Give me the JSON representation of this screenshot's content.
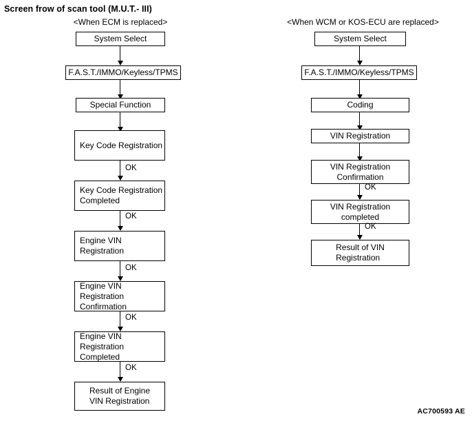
{
  "title": "Screen frow of scan tool (M.U.T.- III)",
  "figure_id": "AC700593 AE",
  "columns": [
    {
      "heading": "<When ECM is replaced>",
      "nodes": [
        {
          "label": "System Select"
        },
        {
          "label": "F.A.S.T./IMMO/Keyless/TPMS"
        },
        {
          "label": "Special Function"
        },
        {
          "label": "Key Code Registration"
        },
        {
          "label": "Key Code Registration\nCompleted"
        },
        {
          "label": "Engine VIN Registration"
        },
        {
          "label": "Engine VIN Registration\nConfirmation"
        },
        {
          "label": "Engine VIN Registration\nCompleted"
        },
        {
          "label": "Result of Engine\nVIN Registration"
        }
      ],
      "edges": [
        {
          "label": ""
        },
        {
          "label": ""
        },
        {
          "label": ""
        },
        {
          "label": "OK"
        },
        {
          "label": "OK"
        },
        {
          "label": "OK"
        },
        {
          "label": "OK"
        },
        {
          "label": "OK"
        }
      ]
    },
    {
      "heading": "<When WCM or KOS-ECU are replaced>",
      "nodes": [
        {
          "label": "System Select"
        },
        {
          "label": "F.A.S.T./IMMO/Keyless/TPMS"
        },
        {
          "label": "Coding"
        },
        {
          "label": "VIN Registration"
        },
        {
          "label": "VIN Registration\nConfirmation"
        },
        {
          "label": "VIN Registration\ncompleted"
        },
        {
          "label": "Result of VIN\nRegistration"
        }
      ],
      "edges": [
        {
          "label": ""
        },
        {
          "label": ""
        },
        {
          "label": ""
        },
        {
          "label": ""
        },
        {
          "label": "OK"
        },
        {
          "label": "OK"
        }
      ]
    }
  ]
}
